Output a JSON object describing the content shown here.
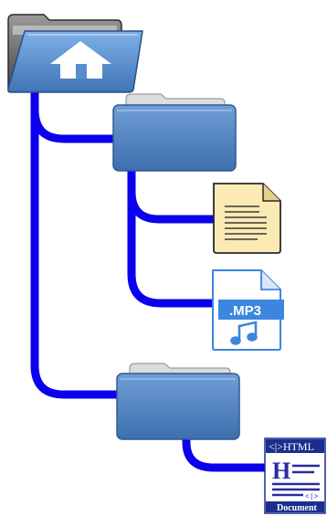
{
  "tree": {
    "root": {
      "icon": "home-folder-icon"
    },
    "children": [
      {
        "icon": "folder-icon",
        "children": [
          {
            "icon": "text-document-icon"
          },
          {
            "icon": "mp3-audio-file-icon",
            "label": ".MP3"
          }
        ]
      },
      {
        "icon": "folder-icon",
        "children": [
          {
            "icon": "html-document-icon",
            "label_top": "<|>HTML",
            "label_tag": "<|>",
            "label_bottom": "Document",
            "letter": "H"
          }
        ]
      }
    ]
  },
  "colors": {
    "connector": "#0a00ee",
    "folder_blue": "#4a7fc0",
    "folder_back": "#8a8a8a",
    "note_yellow": "#fbeab4",
    "mp3_blue": "#3d86df",
    "html_navy": "#1b2e8e"
  }
}
